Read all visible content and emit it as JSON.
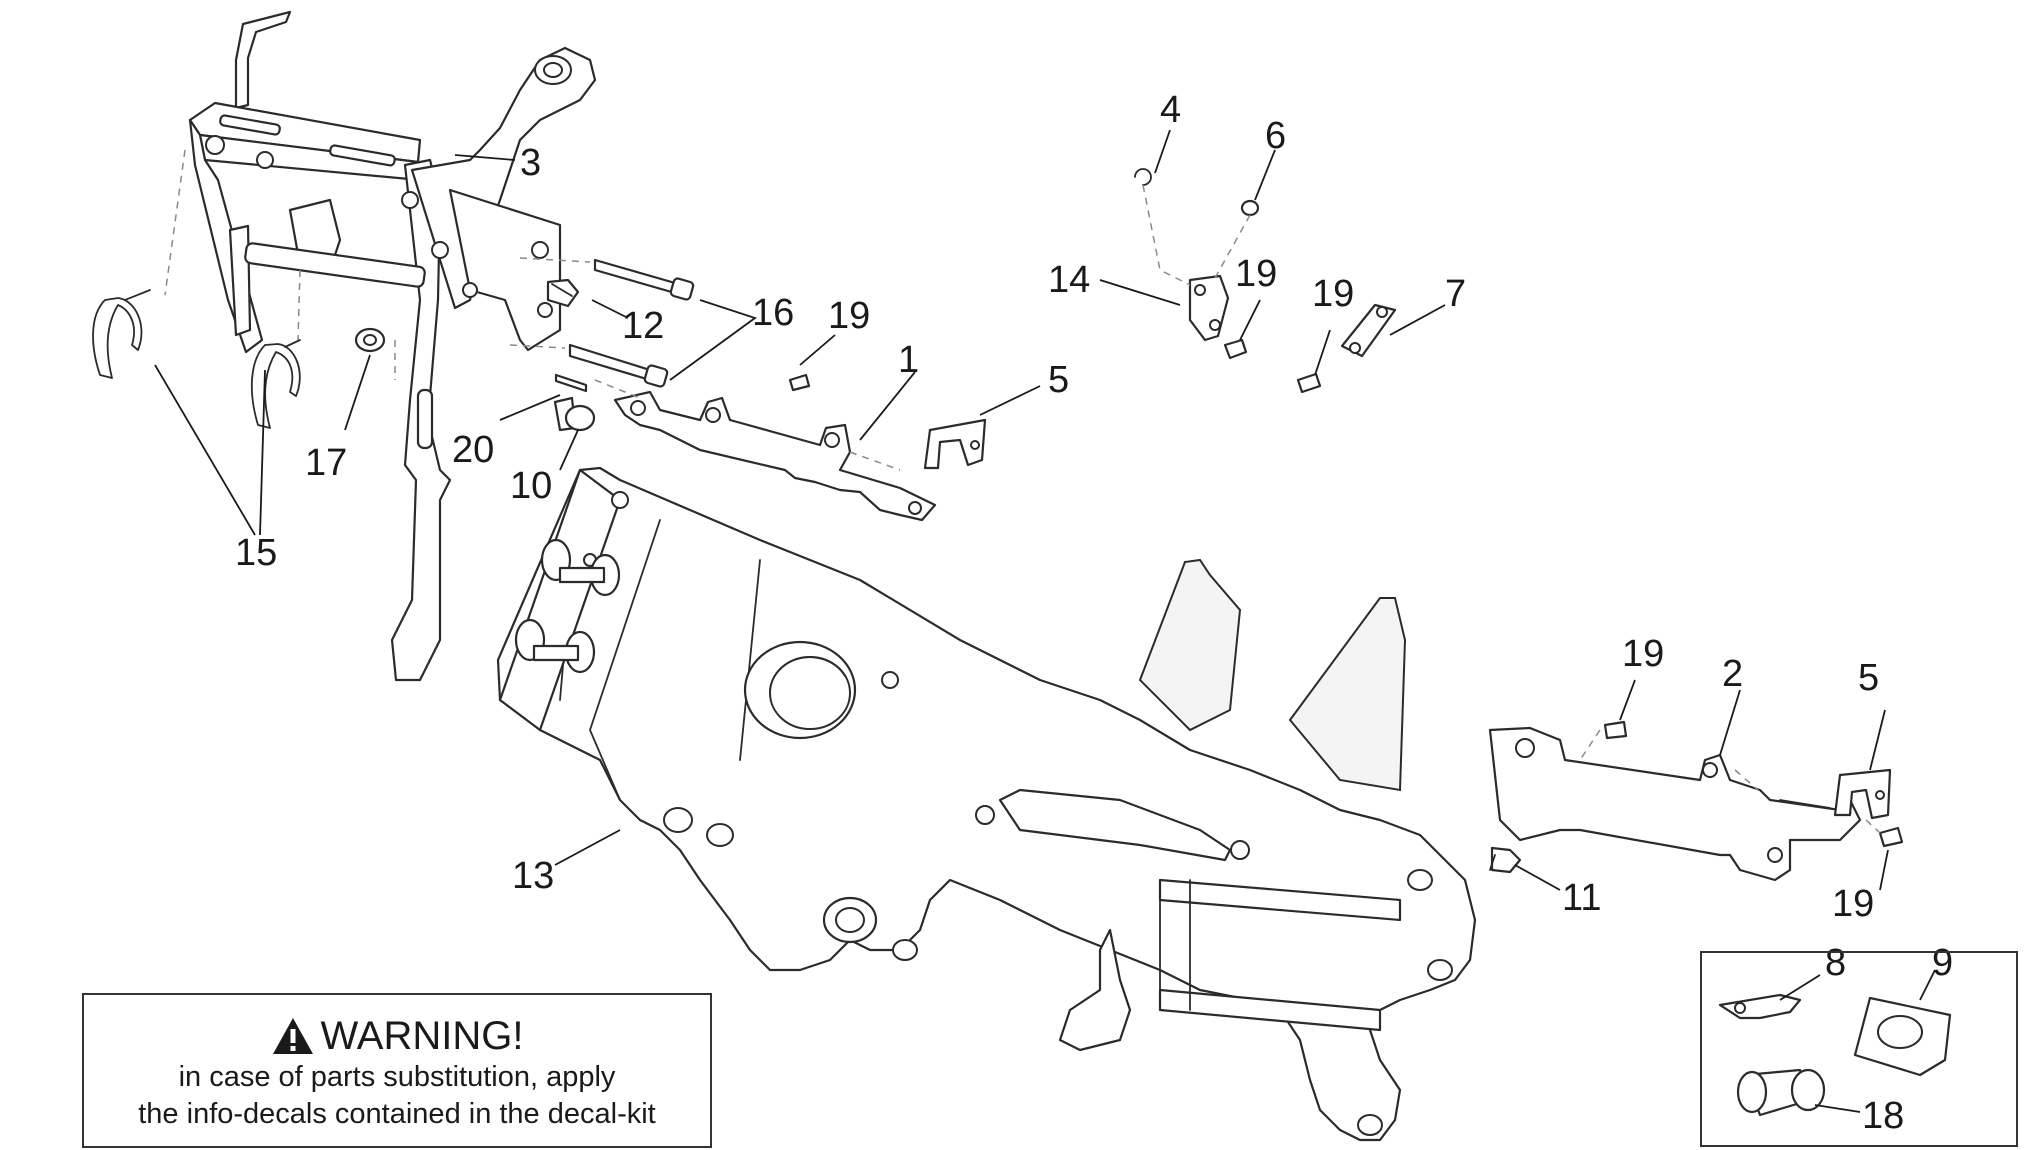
{
  "callouts": {
    "c1": "1",
    "c2": "2",
    "c3": "3",
    "c4": "4",
    "c5a": "5",
    "c5b": "5",
    "c6": "6",
    "c7": "7",
    "c8": "8",
    "c9": "9",
    "c10": "10",
    "c11": "11",
    "c12": "12",
    "c13": "13",
    "c14": "14",
    "c15": "15",
    "c16": "16",
    "c17": "17",
    "c18": "18",
    "c19a": "19",
    "c19b": "19",
    "c19c": "19",
    "c19d": "19",
    "c19e": "19",
    "c20": "20"
  },
  "warning": {
    "title": "WARNING!",
    "line1": "in case of parts substitution, apply",
    "line2": "the info-decals contained in the decal-kit",
    "icon": "warning-triangle-icon"
  },
  "colors": {
    "line": "#2b2b2b",
    "background": "#ffffff"
  }
}
